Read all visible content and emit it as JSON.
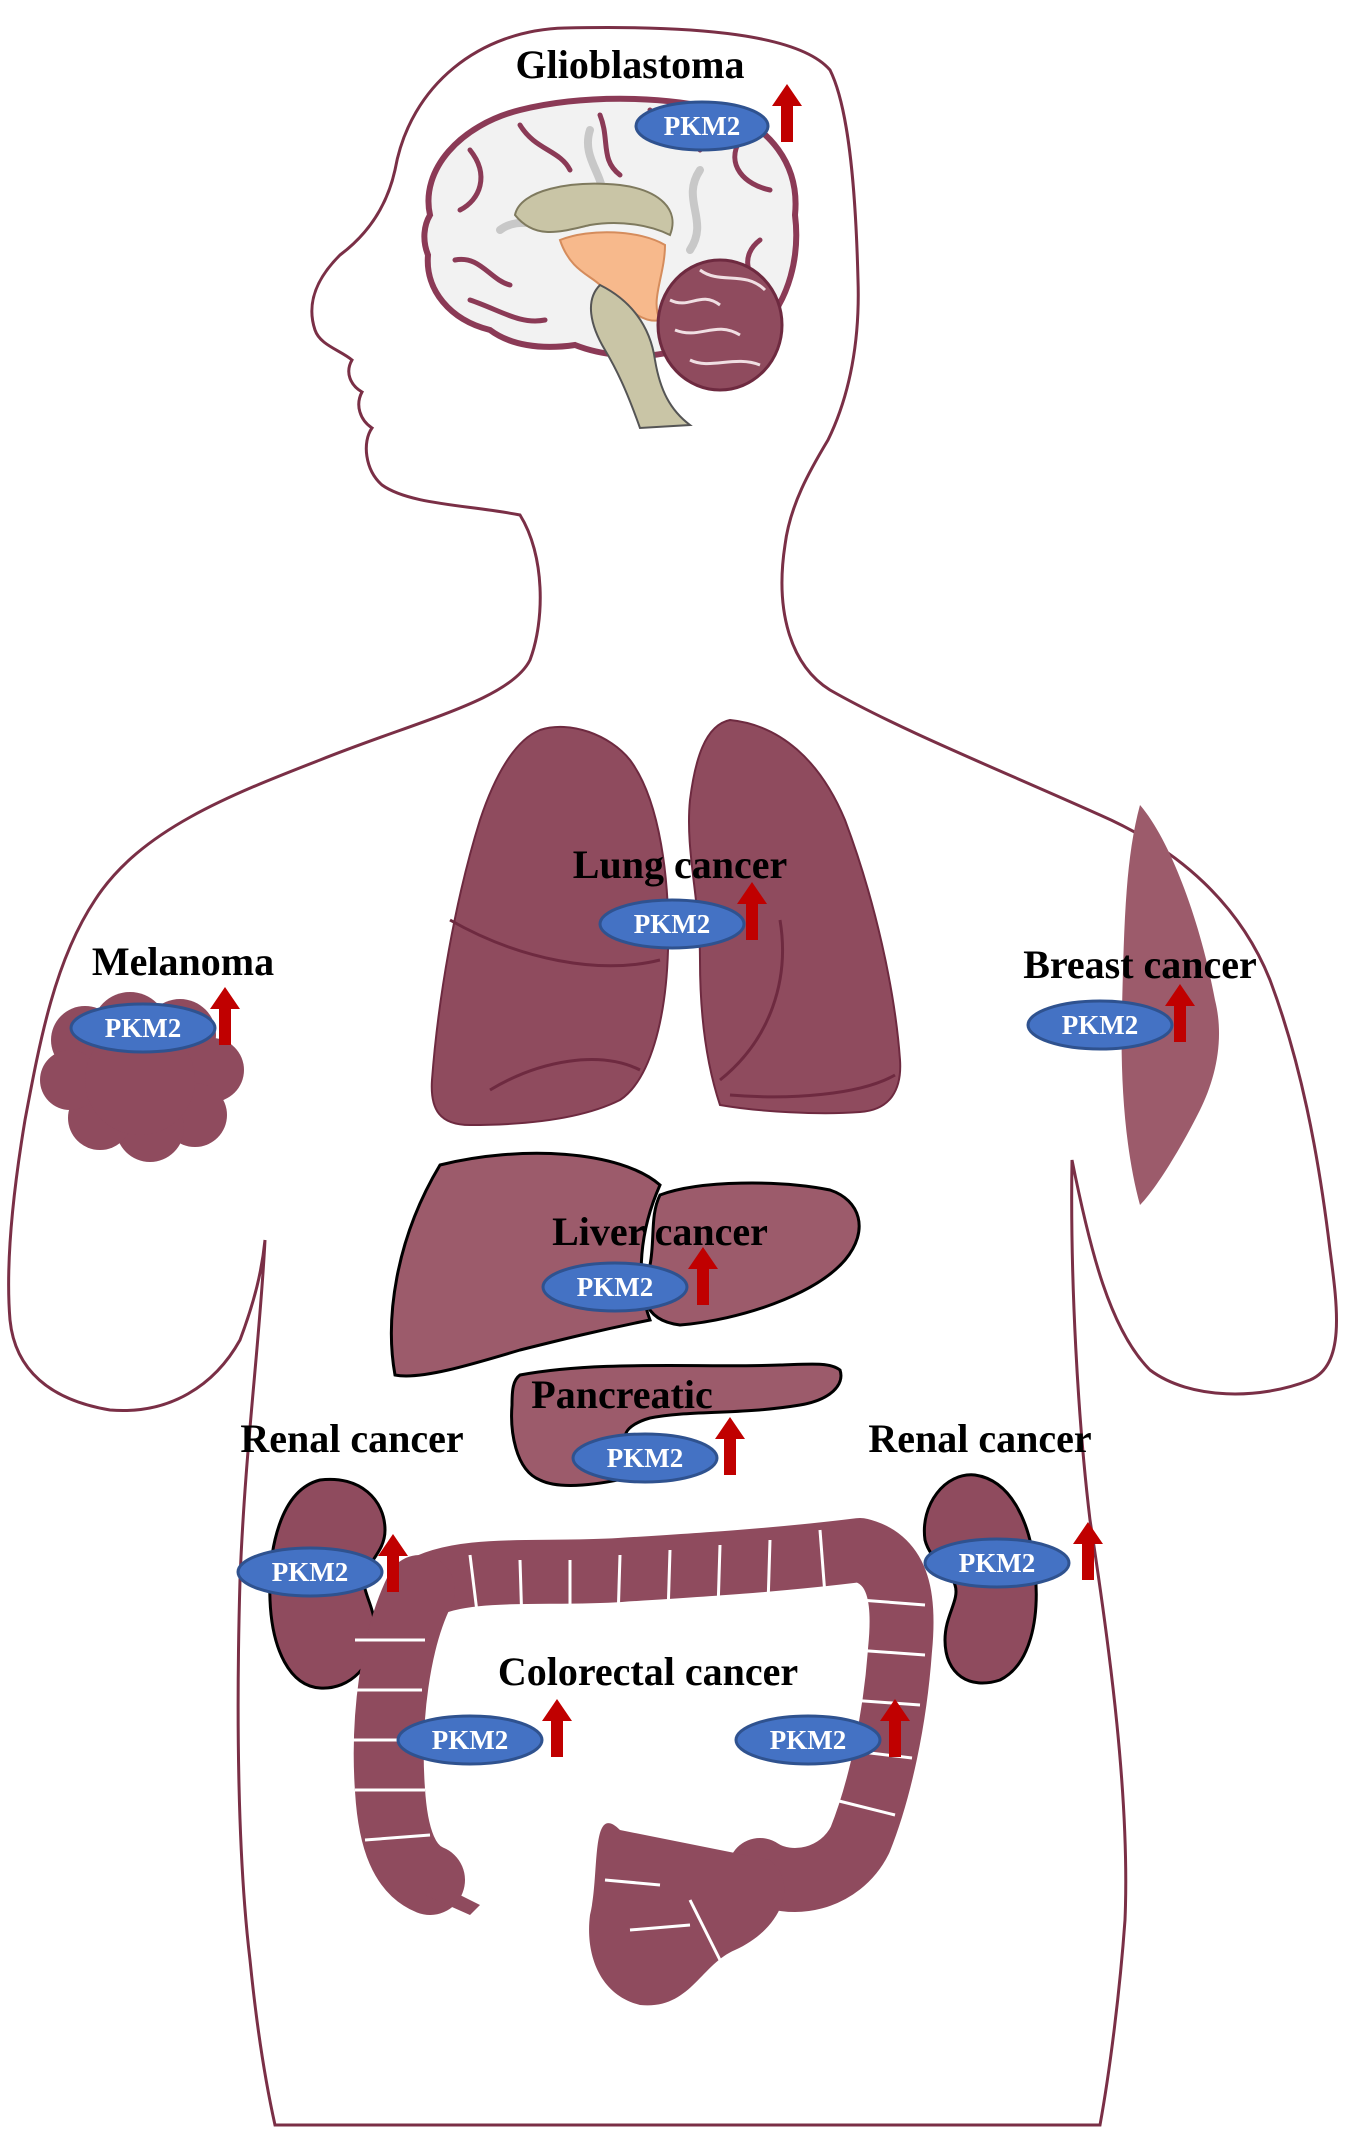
{
  "diagram": {
    "colors": {
      "outline": "#7a2f46",
      "organ": "#8f4b5e",
      "organ_light": "#9c5b6b",
      "badge_fill": "#4472c4",
      "badge_stroke": "#2f528f",
      "arrow": "#c00000",
      "brain_fill": "#f2f2f2",
      "brainstem": "#c9c5a6",
      "ventricle": "#f7b98c"
    },
    "icons": {
      "badge": "oval-badge",
      "arrow": "up-arrow-icon"
    },
    "marker": "PKM2",
    "sites": [
      {
        "id": "glioblastoma",
        "organ": "brain",
        "label": "Glioblastoma"
      },
      {
        "id": "lung",
        "organ": "lungs",
        "label": "Lung cancer"
      },
      {
        "id": "melanoma",
        "organ": "skin-lesion",
        "label": "Melanoma"
      },
      {
        "id": "breast",
        "organ": "breast",
        "label": "Breast cancer"
      },
      {
        "id": "liver",
        "organ": "liver",
        "label": "Liver cancer"
      },
      {
        "id": "pancreatic",
        "organ": "pancreas",
        "label": "Pancreatic"
      },
      {
        "id": "renal-left",
        "organ": "kidney",
        "label": "Renal cancer"
      },
      {
        "id": "renal-right",
        "organ": "kidney",
        "label": "Renal cancer"
      },
      {
        "id": "colorectal",
        "organ": "colon",
        "label": "Colorectal cancer"
      }
    ]
  }
}
